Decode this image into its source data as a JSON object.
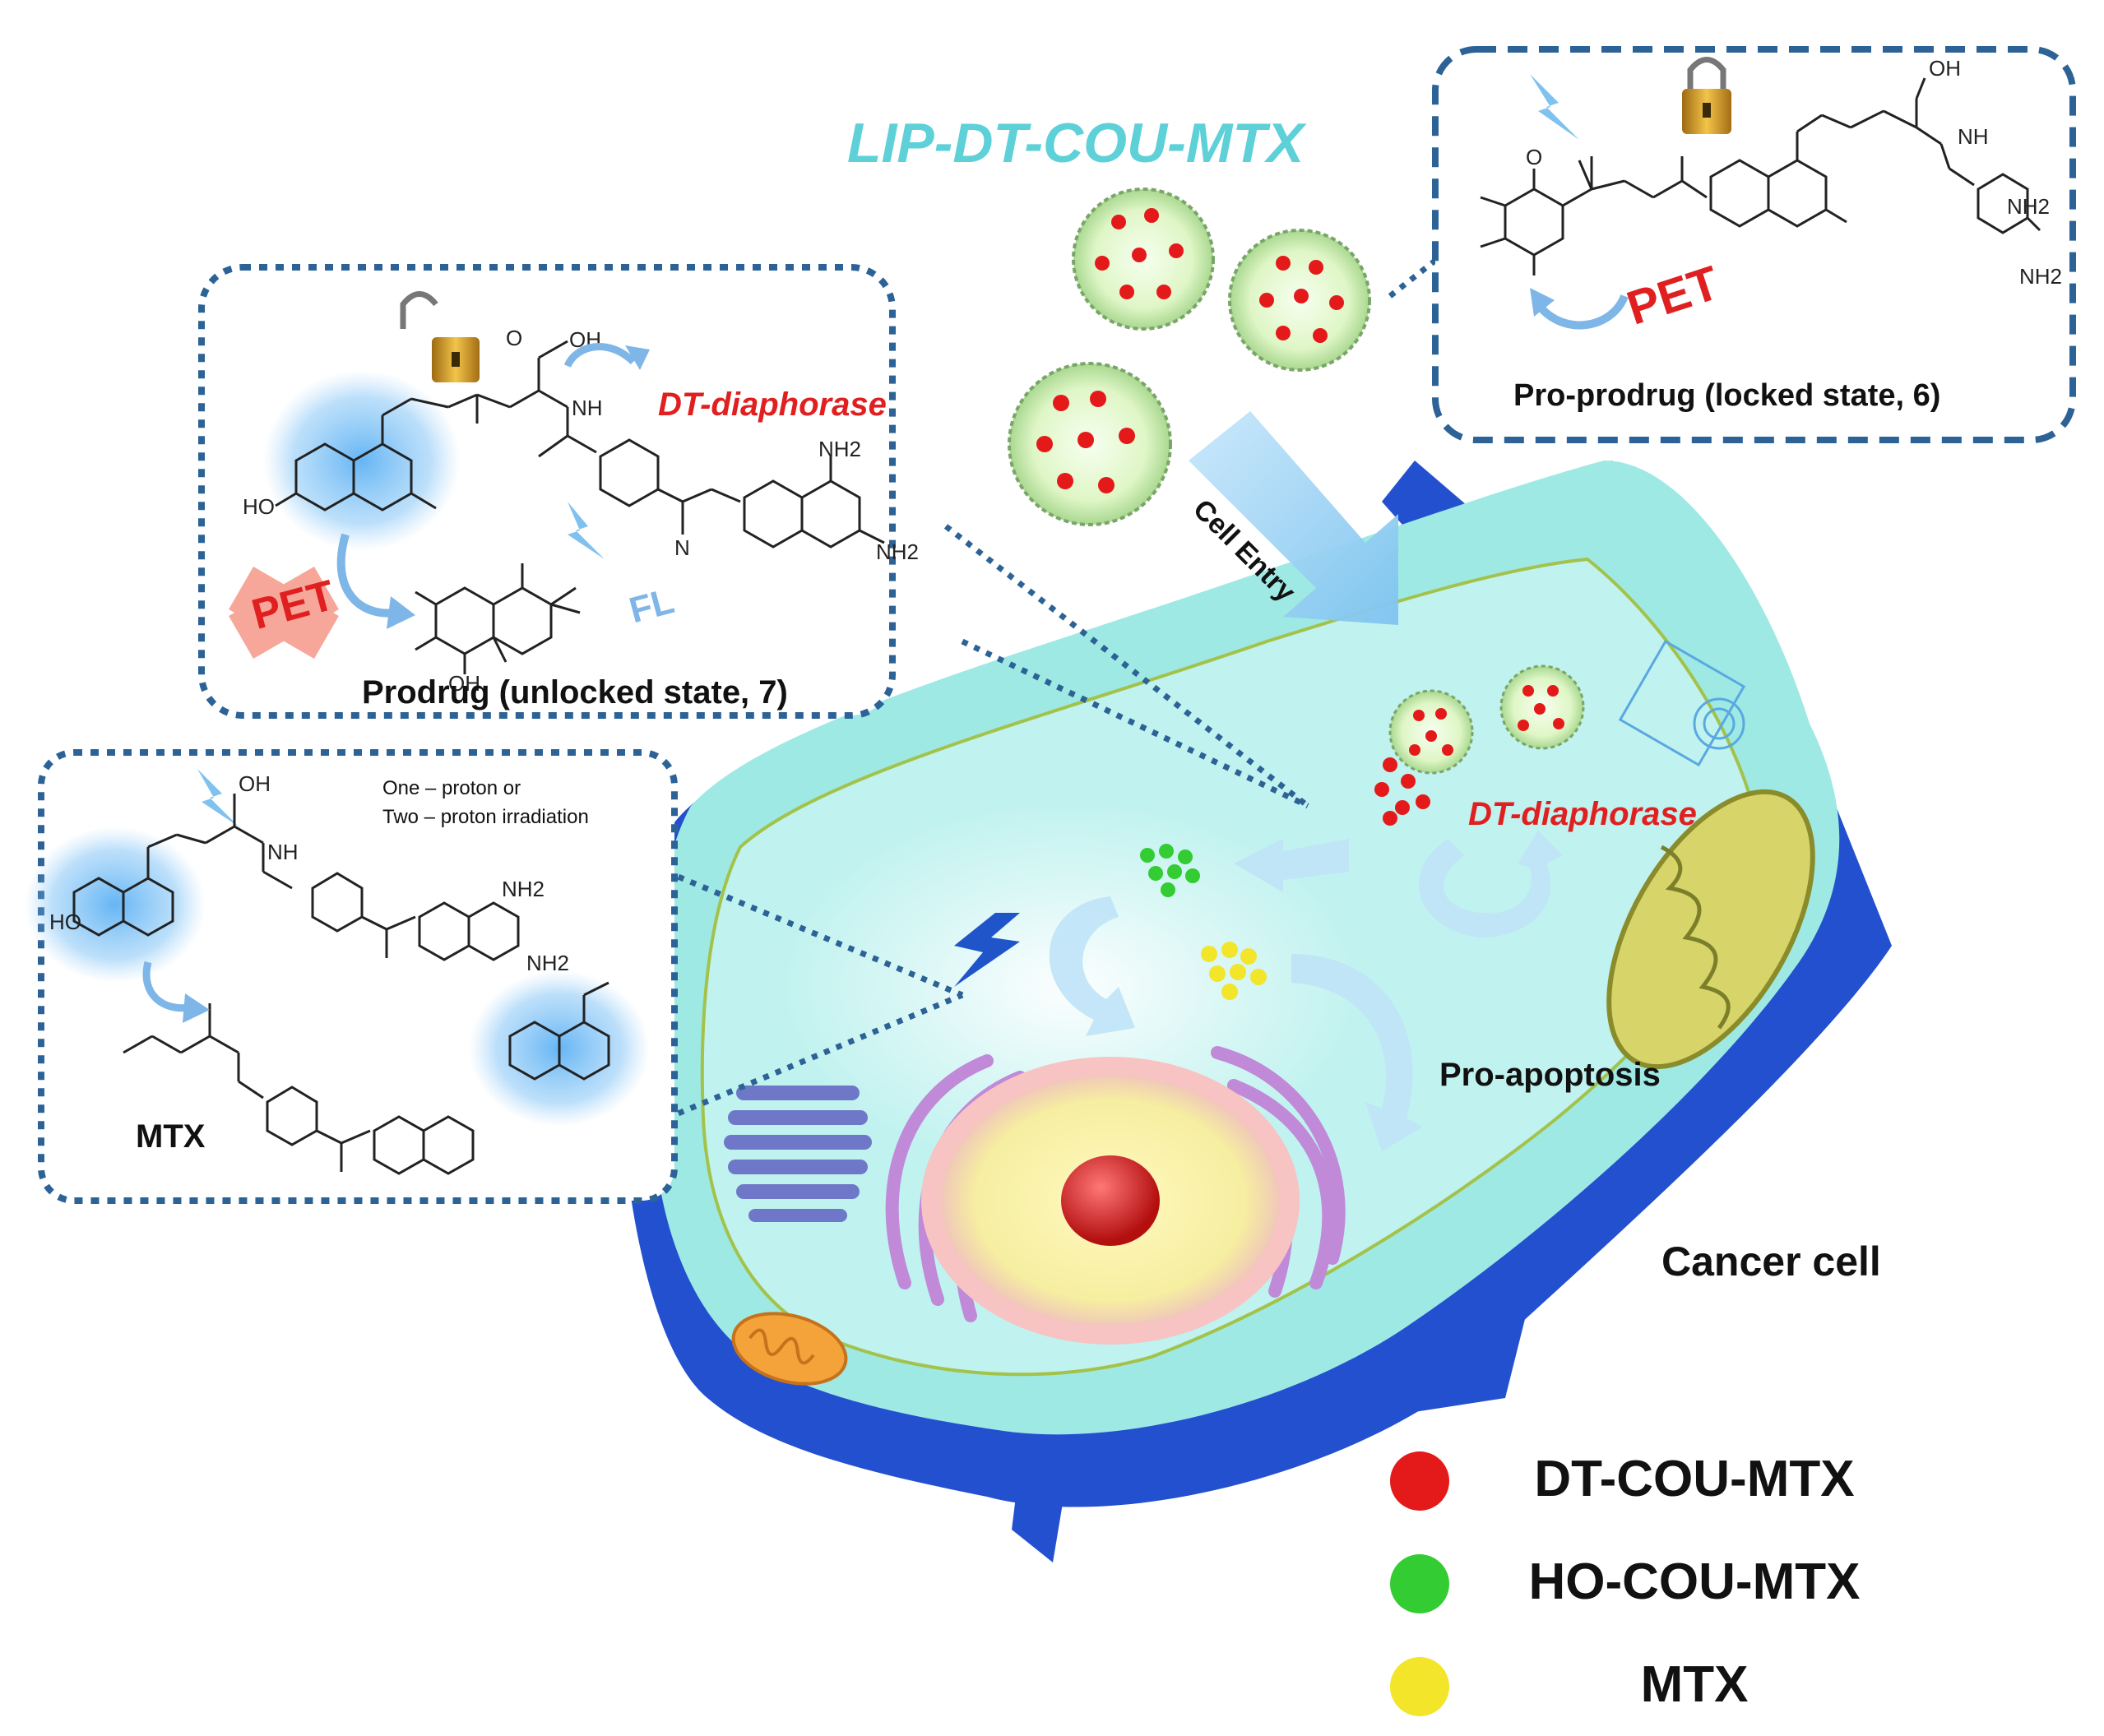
{
  "colors": {
    "dt_cou_mtx": "#e41a1a",
    "ho_cou_mtx": "#33cc33",
    "mtx": "#f2e52a",
    "cell_body": "#9ee9e4",
    "cell_edge": "#1f49c8",
    "title_cyan": "#5dd0d8",
    "dt_red": "#e02020",
    "box_border": "#2c6296"
  },
  "title": "LIP-DT-COU-MTX",
  "pro_prodrug": {
    "label": "Pro-prodrug (locked state, 6)",
    "pet": "PET",
    "atoms": {
      "cooh": "OH",
      "nh": "NH",
      "nh2_top": "NH2",
      "nh2_side": "NH2",
      "o": "O"
    }
  },
  "prodrug": {
    "label": "Prodrug (unlocked state, 7)",
    "enzyme": "DT-diaphorase",
    "pet": "PET",
    "fl": "FL",
    "atoms": {
      "oh": "OH",
      "ho": "HO",
      "nh": "NH",
      "n": "N",
      "nh2_top": "NH2",
      "nh2_side": "NH2",
      "oh_bottom": "OH",
      "o": "O"
    }
  },
  "mtx_box": {
    "irradiation_line1": "One – proton or",
    "irradiation_line2": "Two – proton irradiation",
    "label": "MTX",
    "atoms": {
      "oh": "OH",
      "ho": "HO",
      "nh": "NH",
      "nh2": "NH2",
      "nh2_b": "NH2"
    }
  },
  "cell": {
    "entry": "Cell Entry",
    "enzyme": "DT-diaphorase",
    "pro_apoptosis": "Pro-apoptosis",
    "cancer_cell": "Cancer cell"
  },
  "legend": [
    {
      "label": "DT-COU-MTX",
      "color": "#e41a1a",
      "icon": "red-dot"
    },
    {
      "label": "HO-COU-MTX",
      "color": "#33cc33",
      "icon": "green-dot"
    },
    {
      "label": "MTX",
      "color": "#f2e52a",
      "icon": "yellow-dot"
    }
  ]
}
